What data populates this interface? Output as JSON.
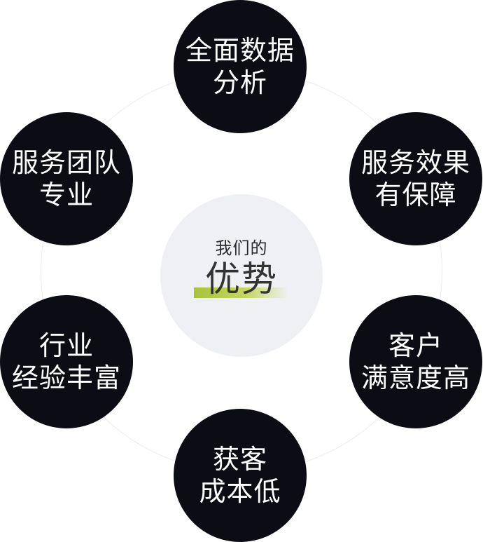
{
  "center": {
    "subtitle": "我们的",
    "title": "优势"
  },
  "nodes": [
    {
      "line1": "全面数据",
      "line2": "分析"
    },
    {
      "line1": "服务团队",
      "line2": "专业"
    },
    {
      "line1": "服务效果",
      "line2": "有保障"
    },
    {
      "line1": "行业",
      "line2": "经验丰富"
    },
    {
      "line1": "客户",
      "line2": "满意度高"
    },
    {
      "line1": "获客",
      "line2": "成本低"
    }
  ],
  "colors": {
    "node_bg": "#0c0c14",
    "center_bg": "#eef0f3",
    "highlight": "#a8c33a",
    "ring": "#ececec"
  }
}
